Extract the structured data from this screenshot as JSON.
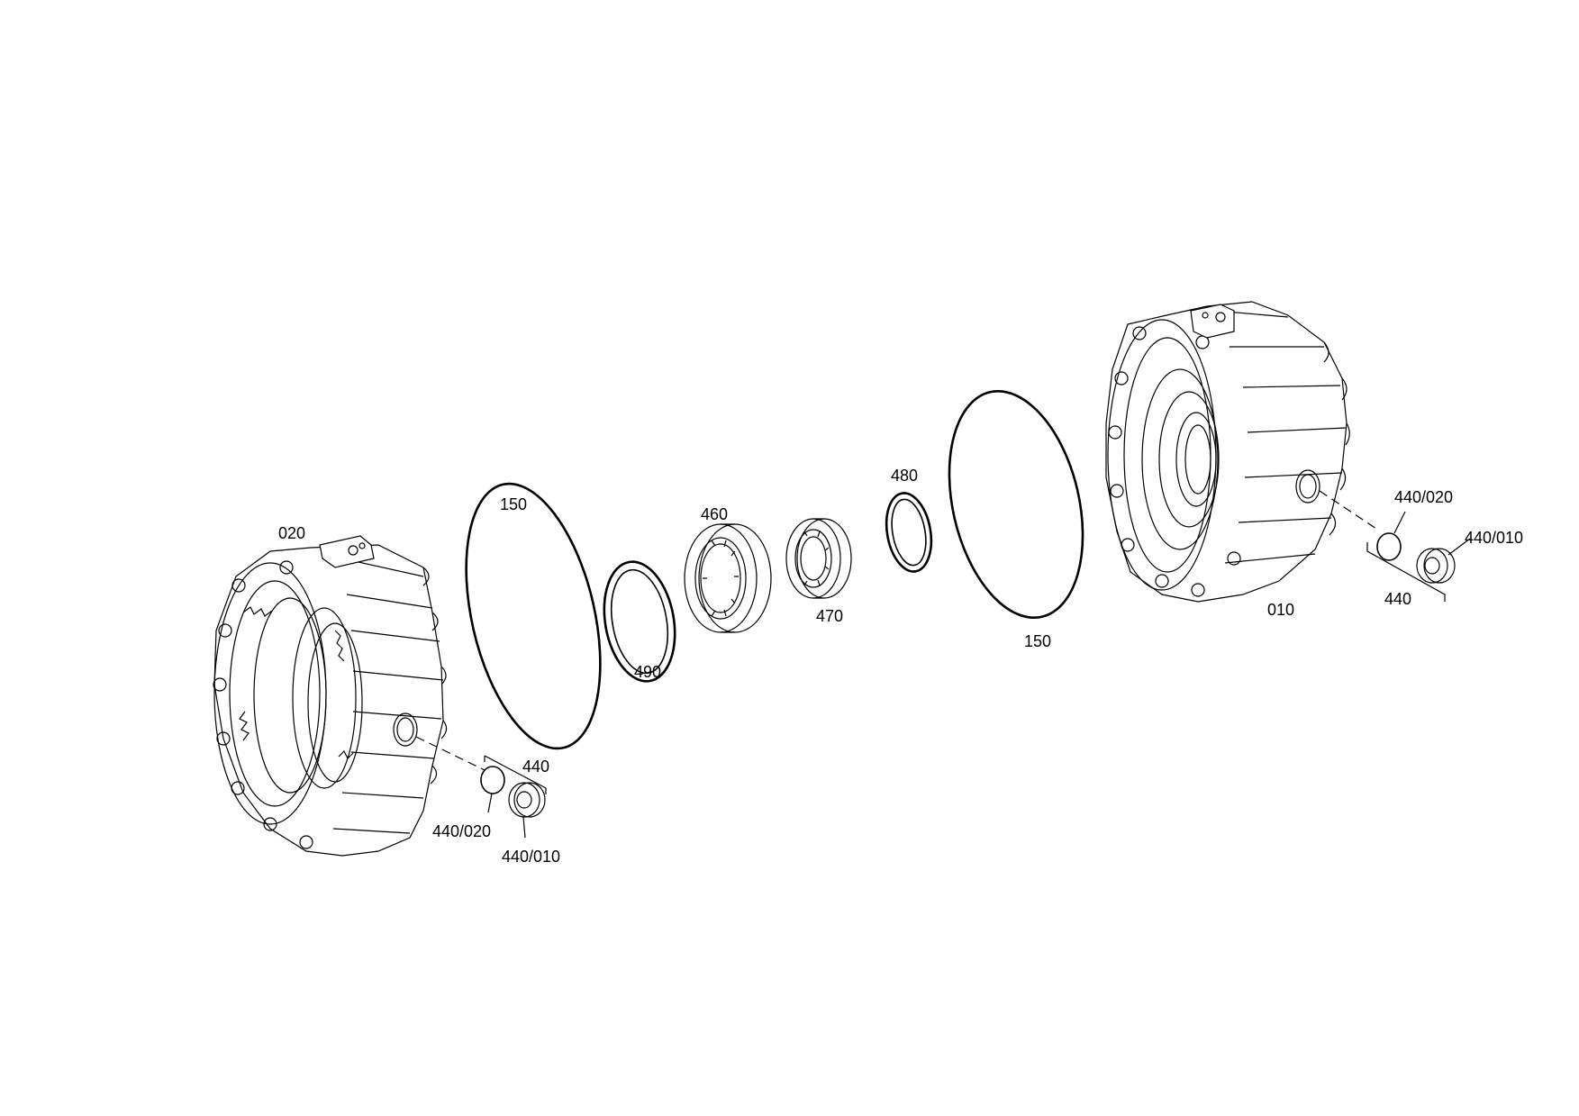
{
  "callouts": {
    "l020": "020",
    "l150a": "150",
    "l490": "490",
    "l460": "460",
    "l470": "470",
    "l480": "480",
    "l150b": "150",
    "l010": "010",
    "l440a": "440",
    "l440_020a": "440/020",
    "l440_010a": "440/010",
    "l440b": "440",
    "l440_020b": "440/020",
    "l440_010b": "440/010"
  },
  "colors": {
    "line": "#000000",
    "background": "#ffffff"
  }
}
